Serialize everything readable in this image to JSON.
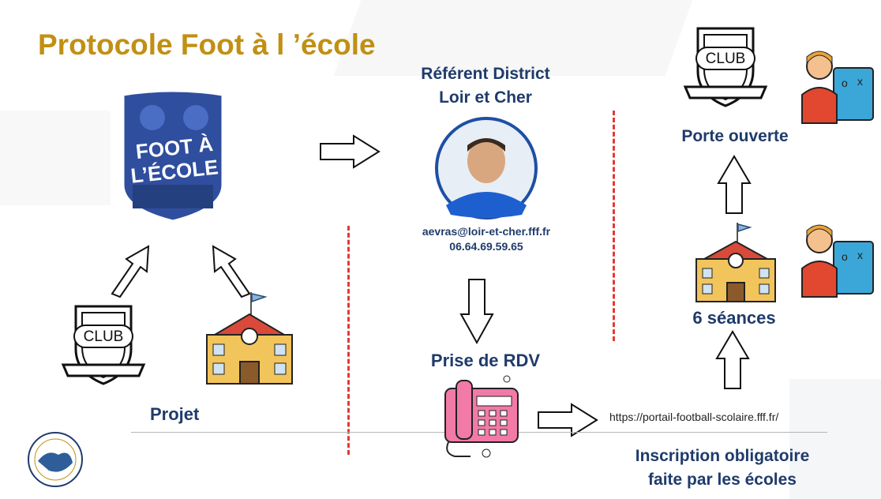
{
  "title": "Protocole Foot à l ’école",
  "logo": {
    "line1": "FOOT À",
    "line2": "L’ÉCOLE"
  },
  "club_badge_text": "CLUB",
  "referent": {
    "title_line1": "Référent District",
    "title_line2": "Loir et Cher",
    "email": "aevras@loir-et-cher.fff.fr",
    "phone": "06.64.69.59.65"
  },
  "labels": {
    "projet": "Projet",
    "prise_rdv": "Prise de RDV",
    "porte_ouverte": "Porte ouverte",
    "seances": "6 séances"
  },
  "url": "https://portail-football-scolaire.fff.fr/",
  "inscription": {
    "line1": "Inscription obligatoire",
    "line2": "faite par les écoles"
  },
  "colors": {
    "title": "#c19013",
    "label": "#1f3b6b",
    "divider": "#e53935",
    "logo_bg": "#2f4e9e"
  }
}
